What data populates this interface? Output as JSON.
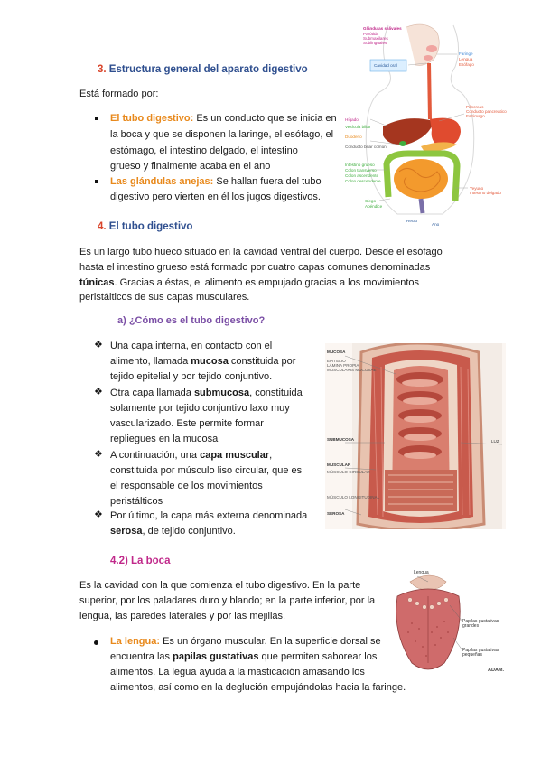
{
  "section3": {
    "number": "3.",
    "title": "Estructura general del aparato digestivo",
    "intro": "Está formado por:",
    "bullets": [
      {
        "term": "El tubo digestivo:",
        "lines": [
          " Es un conducto que se inicia en",
          "la boca y que se disponen la laringe, el esófago, el",
          "estómago, el intestino delgado, el intestino",
          "grueso y finalmente acaba en el ano"
        ]
      },
      {
        "term": "Las glándulas anejas:",
        "lines": [
          " Se hallan fuera del tubo",
          "digestivo pero vierten en él los jugos digestivos."
        ]
      }
    ]
  },
  "section4": {
    "number": "4.",
    "title": "El tubo digestivo",
    "para": {
      "line1": "Es un largo tubo hueco situado en la cavidad ventral del cuerpo.  Desde el esófago",
      "line2": "hasta el intestino grueso está formado por cuatro capas comunes denominadas",
      "line3_bold": "túnicas",
      "line3_rest": ".  Gracias a éstas, el alimento es empujado gracias a los movimientos",
      "line4": "peristálticos de sus capas musculares."
    },
    "subheading": "a) ¿Cómo es el tubo digestivo?",
    "layers": {
      "b1": {
        "l1": "Una capa interna, en contacto con el",
        "l2a": "alimento, llamada ",
        "l2b": "mucosa",
        "l2c": " constituida por",
        "l3": "tejido epitelial y por tejido conjuntivo."
      },
      "b2": {
        "l1a": "Otra capa llamada ",
        "l1b": "submucosa",
        "l1c": ", constituida",
        "l2": "solamente por tejido conjuntivo laxo muy",
        "l3": "vascularizado.  Este permite formar",
        "l4": "repliegues en la mucosa"
      },
      "b3": {
        "l1a": "A continuación, una ",
        "l1b": "capa muscular",
        "l1c": ",",
        "l2": "constituida por músculo liso circular, que es",
        "l3": "el responsable de los movimientos",
        "l4": "peristálticos"
      },
      "b4": {
        "l1": "Por último, la capa más externa denominada",
        "l2a": "serosa",
        "l2b": ", de tejido conjuntivo."
      }
    }
  },
  "section42": {
    "title": "4.2) La boca",
    "para": {
      "line1": "Es la cavidad con la que comienza el tubo digestivo.  En la parte",
      "line2": "superior, por los paladares duro y blando; en la parte inferior, por la",
      "line3": "lengua, las paredes laterales y por las mejillas."
    },
    "bullet": {
      "term": "La lengua:",
      "l1": " Es un órgano muscular.  En la superficie dorsal se",
      "l2a": "encuentra las ",
      "l2b": "papilas gustativas",
      "l2c": " que permiten saborear los",
      "l3": "alimentos.  La legua ayuda a la masticación amasando los",
      "l4": "alimentos, así como en la deglución empujándolas hacia la faringe."
    }
  },
  "figure_digestive": {
    "labels": {
      "glandulas": "Glándulas salivales",
      "parotida": "Parótida",
      "submaxilares": "Submaxilares",
      "sublinguales": "Sublinguales",
      "faringe": "Faringe",
      "lengua": "Lengua",
      "esofago": "Esófago",
      "cavidad": "Cavidad oral",
      "pancreas": "Páncreas",
      "conducto_pancreatico": "Conducto pancreático",
      "estomago": "Estómago",
      "higado": "Hígado",
      "vesicula": "Vesícula biliar",
      "duodeno": "Duodeno",
      "conducto_biliar": "Conducto biliar común",
      "intestino_grueso": "Intestino grueso",
      "colon_transverso": "Colon transverso",
      "colon_ascendente": "Colon ascendente",
      "colon_descendente": "Colon descendente",
      "yeyuno": "Yeyuno",
      "intestino_delgado": "Intestino delgado",
      "ciego": "Ciego",
      "apendice": "Apéndice",
      "recto": "Recto",
      "ano": "Ano"
    }
  },
  "figure_tube": {
    "labels": {
      "mucosa": "MUCOSA",
      "epitelio": "EPITELIO",
      "lamina": "LÁMINA PROPIA",
      "muscularis": "MUSCULARIS MUCOSAE",
      "submucosa": "SUBMUCOSA",
      "muscular": "MUSCULAR",
      "circular": "MÚSCULO CIRCULAR",
      "longitudinal": "MÚSCULO LONGITUDINAL",
      "serosa": "SEROSA",
      "luz": "LUZ"
    }
  },
  "figure_tongue": {
    "labels": {
      "lengua": "Lengua",
      "papilas_grandes": "Papilas gustativas grandes",
      "papilas_pequenas": "Papilas gustativas pequeñas",
      "brand": "ADAM."
    }
  },
  "colors": {
    "heading": "#2f4f8f",
    "number": "#d9452b",
    "orange": "#e8891c",
    "magenta": "#c0288a",
    "purple": "#7a4ea5"
  }
}
